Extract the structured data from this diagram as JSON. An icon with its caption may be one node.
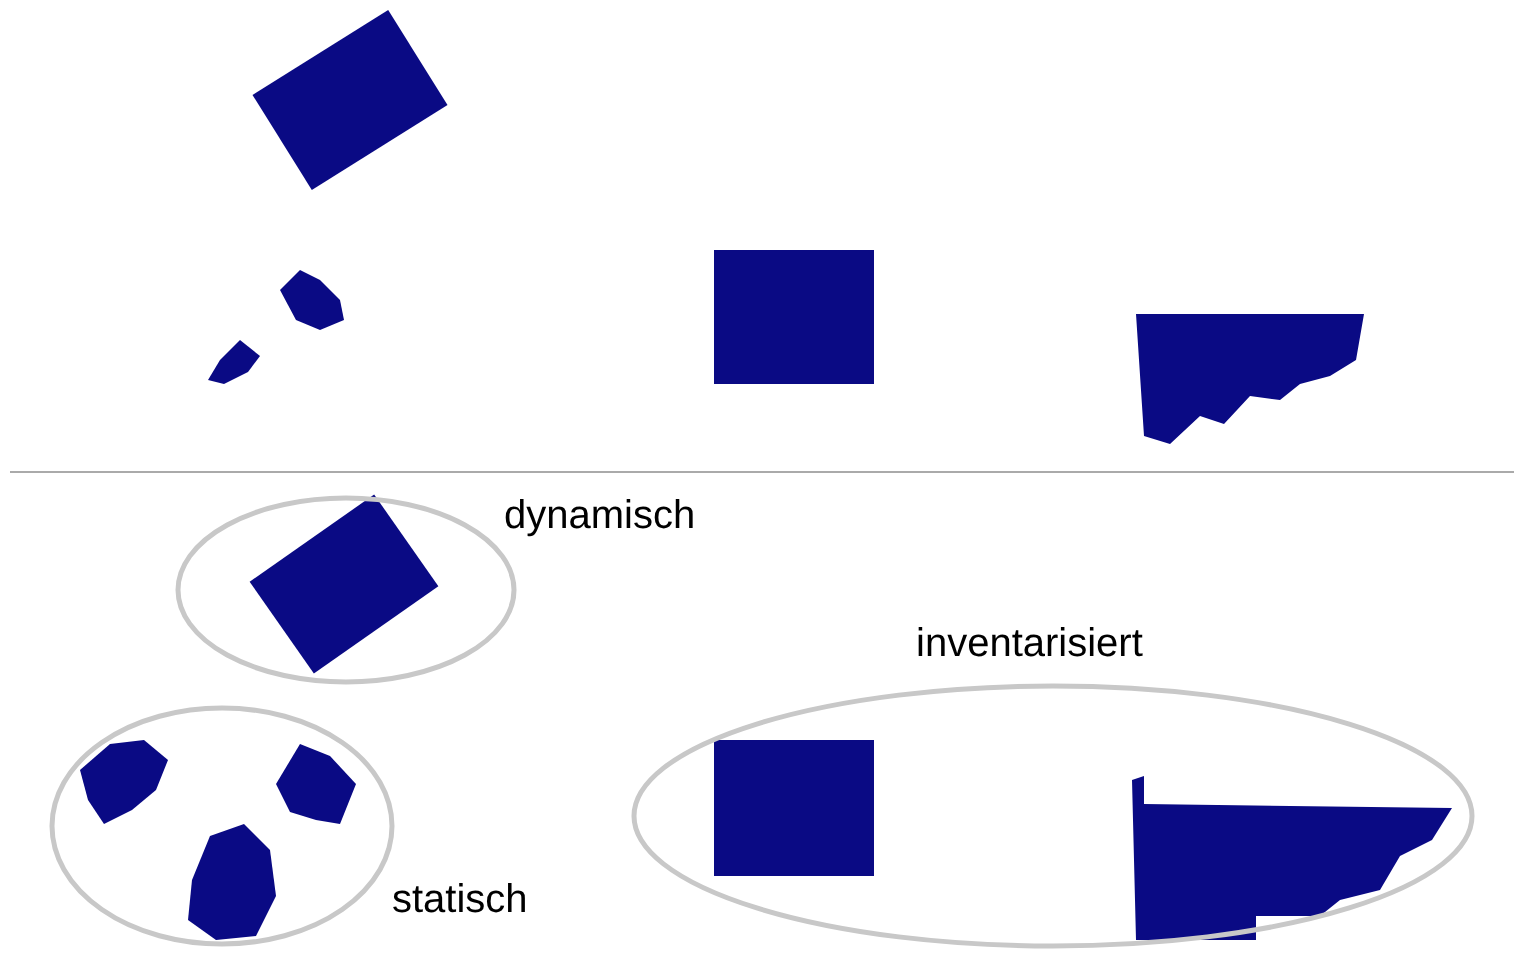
{
  "diagram": {
    "nodes": [
      {
        "text": [
          "dynamisch"
        ]
      },
      {
        "text": [
          "statisch"
        ]
      },
      {
        "text": [
          "inventarisiert"
        ]
      }
    ]
  }
}
